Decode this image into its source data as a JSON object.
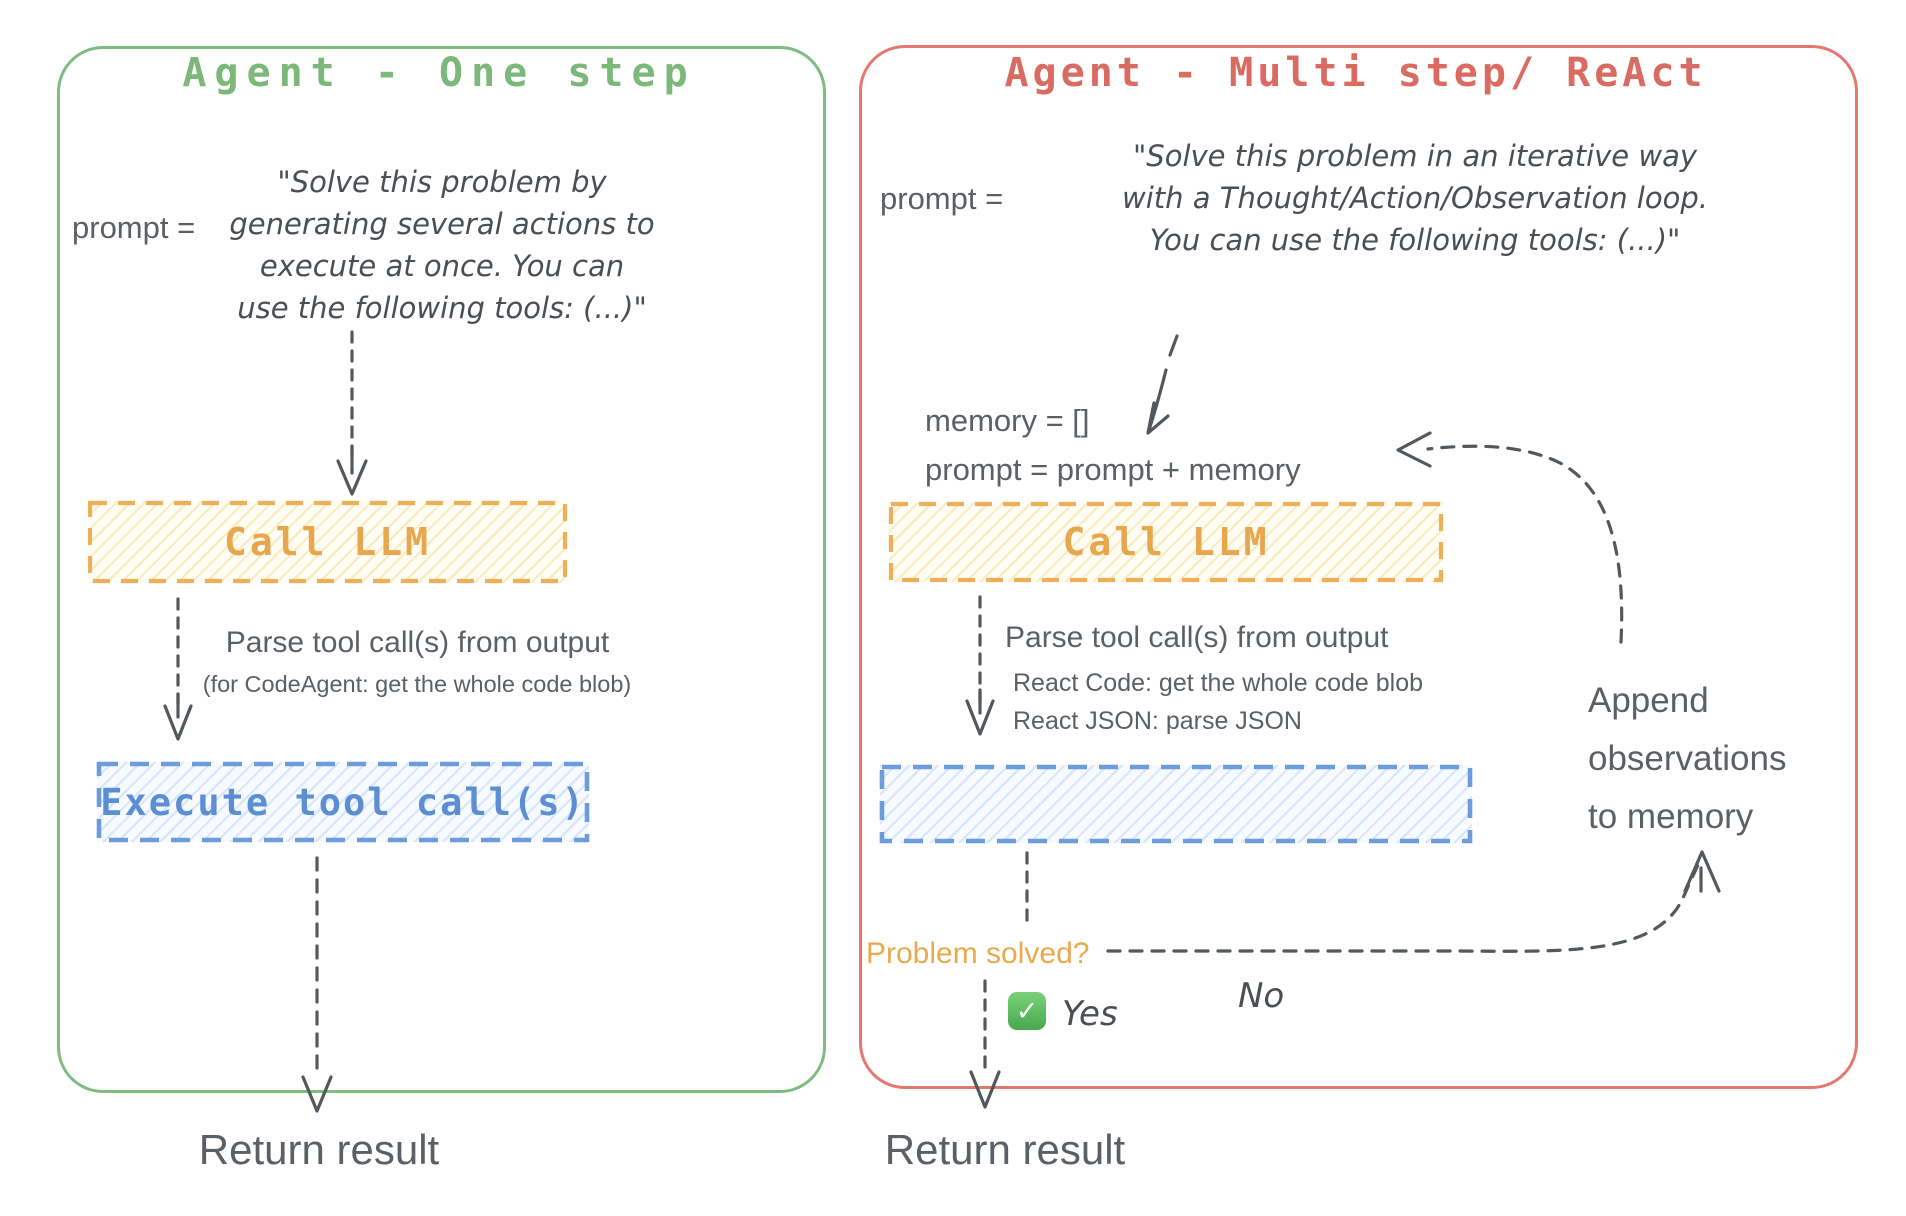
{
  "left_panel": {
    "title": "Agent - One step",
    "prompt_label": "prompt =",
    "prompt_lines": [
      "\"Solve this problem by",
      "generating several actions to",
      "execute at once. You can",
      "use the following tools: (...)\""
    ],
    "call_llm_label": "Call LLM",
    "parse_text": "Parse tool call(s) from output",
    "parse_subtext": "(for CodeAgent: get the whole code blob)",
    "execute_label": "Execute tool call(s)",
    "return_label": "Return result"
  },
  "right_panel": {
    "title": "Agent - Multi step/ ReAct",
    "prompt_label": "prompt =",
    "prompt_lines": [
      "\"Solve this problem in an iterative way",
      "with a Thought/Action/Observation loop.",
      "You can use the following tools: (...)\""
    ],
    "memory_line": "memory = []",
    "prompt_update_line": "prompt = prompt + memory",
    "call_llm_label": "Call LLM",
    "parse_text": "Parse tool call(s) from output",
    "parse_subtext_1": "React Code: get the whole code blob",
    "parse_subtext_2": "React JSON: parse JSON",
    "append_lines": [
      "Append",
      "observations",
      "to memory"
    ],
    "problem_solved_label": "Problem solved?",
    "check_glyph": "✓",
    "yes_label": "Yes",
    "no_label": "No",
    "return_label": "Return result"
  },
  "colors": {
    "green_border": "#7EBC80",
    "green_title": "#7CB879",
    "red_border": "#E4776E",
    "red_title": "#DA6B62",
    "orange_border": "#EDB058",
    "orange_text": "#E8A64D",
    "orange_hatch": "#F8ECC0",
    "blue_border": "#6C9CDB",
    "blue_text": "#5B8ED2",
    "blue_hatch": "#D7E6F9",
    "gray_text": "#5B6065",
    "sketch": "#53585C",
    "problem_orange": "#E9A94D",
    "check_green": "#5BC35B"
  }
}
